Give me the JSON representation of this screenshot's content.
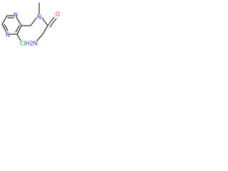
{
  "molecule": {
    "labels": {
      "amine": "H2N",
      "carbonyl_oxygen": "O",
      "amide_nitrogen": "N",
      "ring_nitrogen_top": "N",
      "ring_nitrogen_bottom": "N",
      "chlorine": "Cl"
    },
    "colors": {
      "bond": "#000000",
      "nitrogen": "#2b2bd6",
      "oxygen": "#e02020",
      "chlorine": "#1aa31a",
      "amine": "#2b2bd6"
    }
  }
}
